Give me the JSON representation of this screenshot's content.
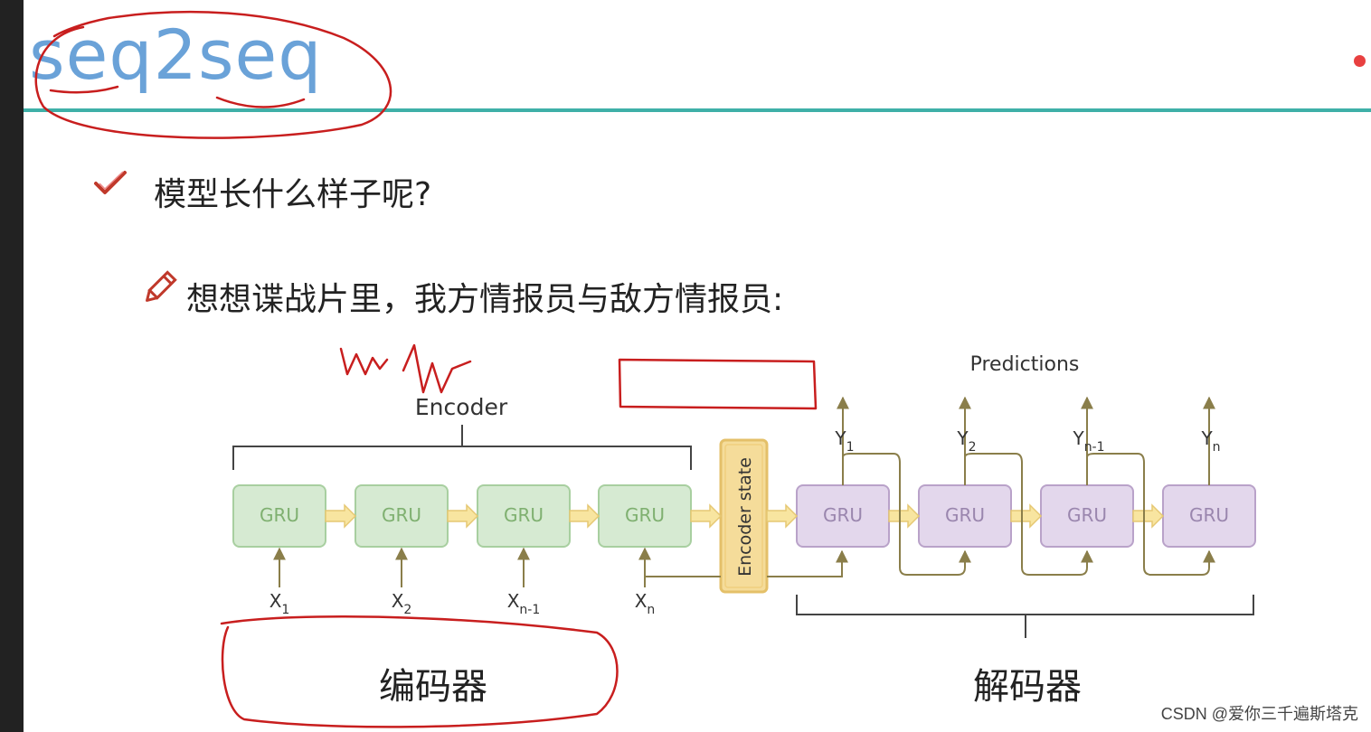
{
  "title": "seq2seq",
  "bullets": [
    {
      "text": "模型长什么样子呢?",
      "icon": "checkmark-icon"
    },
    {
      "text": "想想谍战片里，我方情报员与敌方情报员:",
      "icon": "pencil-icon"
    }
  ],
  "diagram": {
    "encoder_label": "Encoder",
    "predictions_label": "Predictions",
    "encoder_state_label": "Encoder state",
    "cell_label": "GRU",
    "inputs": [
      {
        "base": "X",
        "sub": "1"
      },
      {
        "base": "X",
        "sub": "2"
      },
      {
        "base": "X",
        "sub": "n-1"
      },
      {
        "base": "X",
        "sub": "n"
      }
    ],
    "outputs": [
      {
        "base": "Y",
        "sub": "1"
      },
      {
        "base": "Y",
        "sub": "2"
      },
      {
        "base": "Y",
        "sub": "n-1"
      },
      {
        "base": "Y",
        "sub": "n"
      }
    ],
    "encoder_caption": "编码器",
    "decoder_caption": "解码器"
  },
  "watermark": "CSDN @爱你三千遍斯塔克",
  "colors": {
    "title": "#6aa2d8",
    "rule": "#3fb0a8",
    "encoder_cell_fill": "#d6ead2",
    "decoder_cell_fill": "#e3d7ec",
    "state_fill": "#f5dc9a",
    "annotation": "#c81e1e",
    "accent_icon": "#c0392b"
  }
}
